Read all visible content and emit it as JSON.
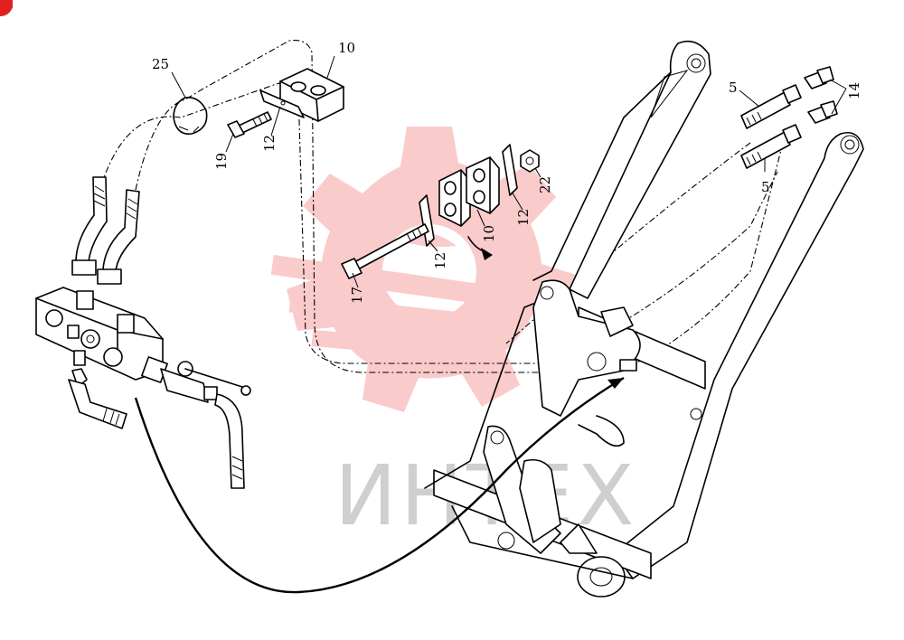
{
  "watermark": {
    "text": "ИНТЕХ",
    "color": "#f0605f"
  },
  "callouts": {
    "p25": "25",
    "p10_top": "10",
    "p12_top": "12",
    "p19": "19",
    "p17": "17",
    "p12_left": "12",
    "p10_mid": "10",
    "p12_right": "12",
    "p22": "22",
    "p5_top": "5",
    "p5_bottom": "5",
    "p14": "14"
  },
  "icons": [
    "pipe-clamp-icon",
    "bolt-icon",
    "hex-nut-icon",
    "hose-icon",
    "valve-block-icon",
    "fitting-icon",
    "snap-ring-icon"
  ]
}
